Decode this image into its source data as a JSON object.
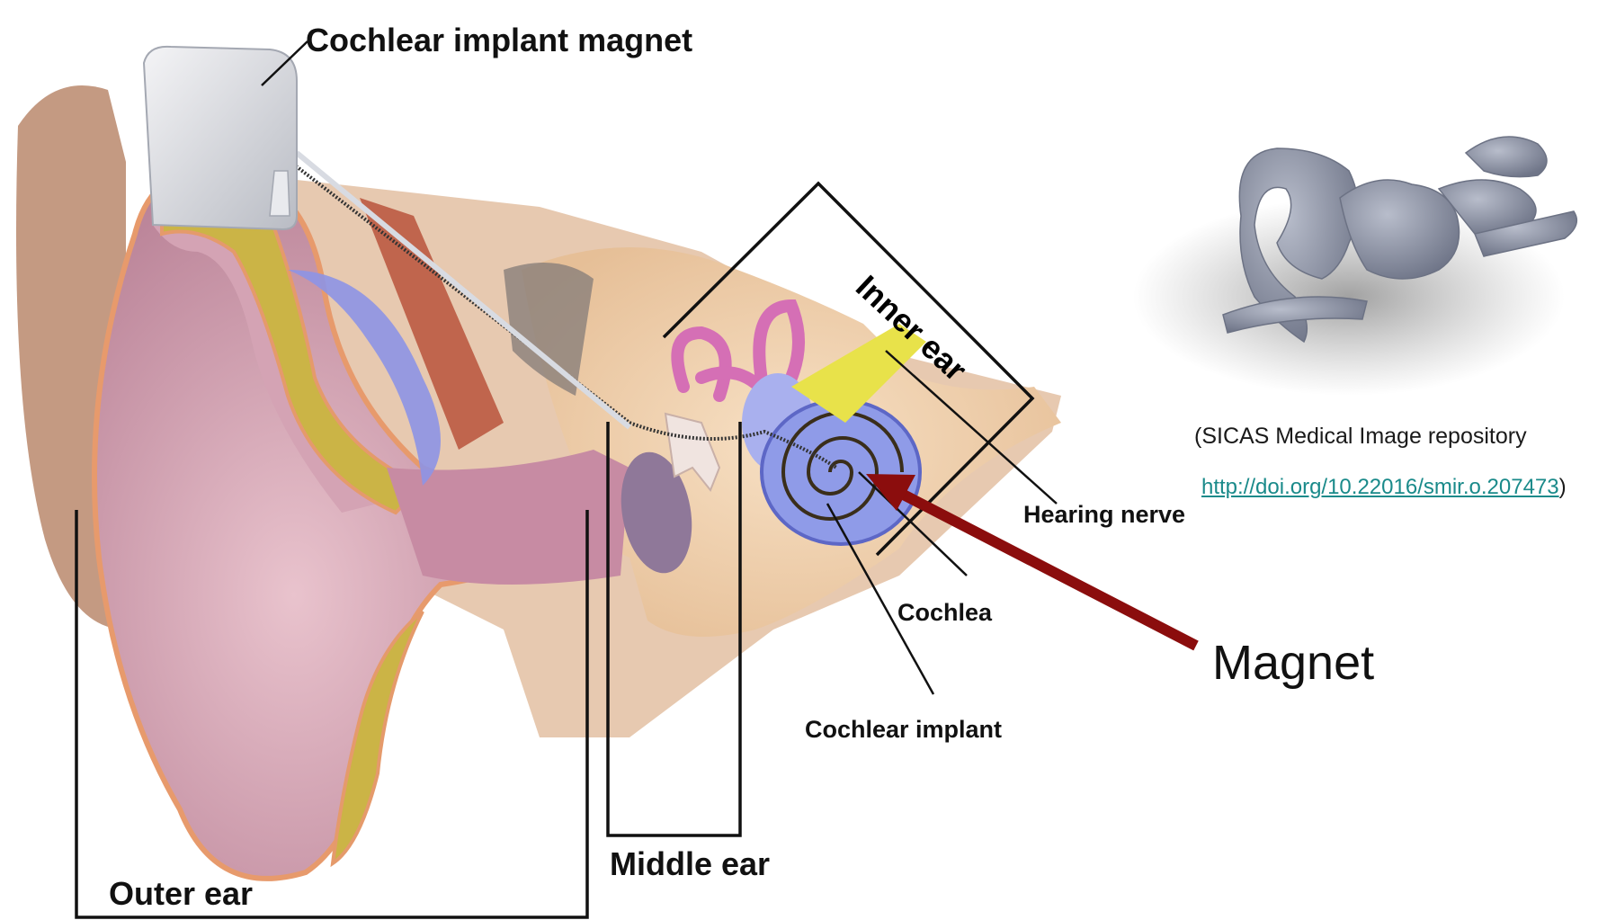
{
  "labels": {
    "cochlear_implant_magnet": "Cochlear implant magnet",
    "inner_ear": "Inner ear",
    "hearing_nerve": "Hearing nerve",
    "cochlea": "Cochlea",
    "cochlear_implant": "Cochlear implant",
    "middle_ear": "Middle ear",
    "outer_ear": "Outer ear",
    "magnet": "Magnet"
  },
  "source": {
    "text": "(SICAS Medical Image repository",
    "link": "http://doi.org/10.22016/smir.o.207473",
    "close": ")"
  },
  "colors": {
    "skin": "#d9a7b6",
    "skin_dark": "#b97a92",
    "cartilage": "#c9b33d",
    "bone": "#f2d5b4",
    "labyrinth": "#d56fb5",
    "cochlea": "#8f9be8",
    "nerve": "#e8e24a",
    "arrow": "#8b0d0d",
    "model_grey": "#9097a8",
    "link": "#1a8a8a"
  }
}
